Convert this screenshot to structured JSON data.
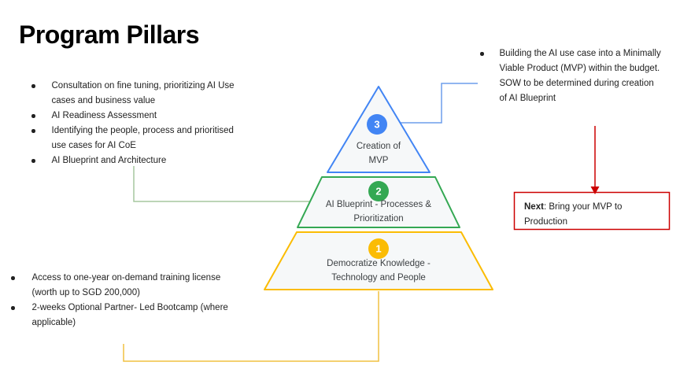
{
  "slide": {
    "title": "Program Pillars"
  },
  "left_list": {
    "items": [
      "Consultation on fine tuning, prioritizing AI Use cases and business value",
      "AI Readiness Assessment",
      "Identifying the people, process and prioritised use cases for AI CoE",
      "AI Blueprint and Architecture"
    ]
  },
  "right_list": {
    "items": [
      "Building the AI use case into a Minimally Viable Product (MVP) within the budget. SOW to be determined during creation of AI Blueprint"
    ]
  },
  "bottom_list": {
    "items": [
      "Access to one-year on-demand training license (worth up to SGD 200,000)",
      "2-weeks Optional Partner- Led Bootcamp (where applicable)"
    ]
  },
  "pyramid": {
    "fill": "#f6f8f9",
    "levels": [
      {
        "number": "3",
        "line1": "Creation of",
        "line2": "MVP",
        "color": "#4285F4"
      },
      {
        "number": "2",
        "line1": "AI Blueprint - Processes &",
        "line2": "Prioritization",
        "color": "#34A853"
      },
      {
        "number": "1",
        "line1": "Democratize Knowledge -",
        "line2": "Technology and People",
        "color": "#FBBC04"
      }
    ]
  },
  "next_box": {
    "bold": "Next",
    "rest": ": Bring your MVP to Production",
    "border_color": "#CC0000"
  },
  "connectors": {
    "left_to_level2": "#A5C79F",
    "level3_to_right": "#6D9EEB",
    "bottom_to_level1": "#F0C040",
    "right_to_next": "#CC0000"
  }
}
